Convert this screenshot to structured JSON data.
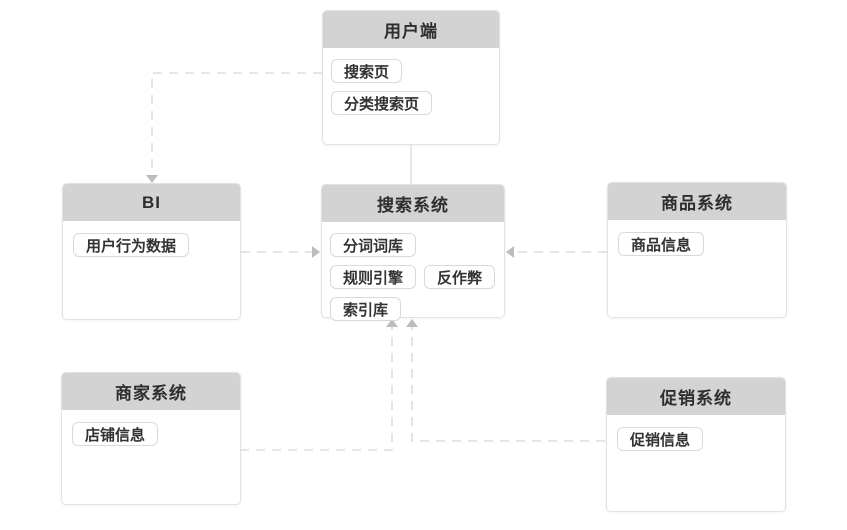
{
  "diagram": {
    "nodes": {
      "user_client": {
        "title": "用户端",
        "tags": [
          "搜索页",
          "分类搜索页"
        ]
      },
      "bi": {
        "title": "BI",
        "tags": [
          "用户行为数据"
        ]
      },
      "search_system": {
        "title": "搜索系统",
        "tags": [
          "分词词库",
          "规则引擎",
          "反作弊",
          "索引库"
        ]
      },
      "product_system": {
        "title": "商品系统",
        "tags": [
          "商品信息"
        ]
      },
      "merchant_system": {
        "title": "商家系统",
        "tags": [
          "店铺信息"
        ]
      },
      "promotion_system": {
        "title": "促销系统",
        "tags": [
          "促销信息"
        ]
      }
    },
    "edges": [
      {
        "from": "user_client",
        "to": "bi",
        "style": "dashed",
        "arrow": "into-bi-top"
      },
      {
        "from": "user_client",
        "to": "search_system",
        "style": "solid",
        "arrow": "none"
      },
      {
        "from": "bi",
        "to": "search_system",
        "style": "dashed",
        "arrow": "into-search-left"
      },
      {
        "from": "product_system",
        "to": "search_system",
        "style": "dashed",
        "arrow": "into-search-right"
      },
      {
        "from": "merchant_system",
        "to": "search_system",
        "style": "dashed",
        "arrow": "into-search-bottom"
      },
      {
        "from": "promotion_system",
        "to": "search_system",
        "style": "dashed",
        "arrow": "into-search-bottom"
      }
    ],
    "colors": {
      "header_bg": "#d3d3d3",
      "node_border": "#e2e2e2",
      "tag_border": "#d9d9d9",
      "text": "#333333",
      "connector": "#d6d6d6",
      "arrowhead": "#bdbdbd",
      "background": "#ffffff"
    }
  }
}
